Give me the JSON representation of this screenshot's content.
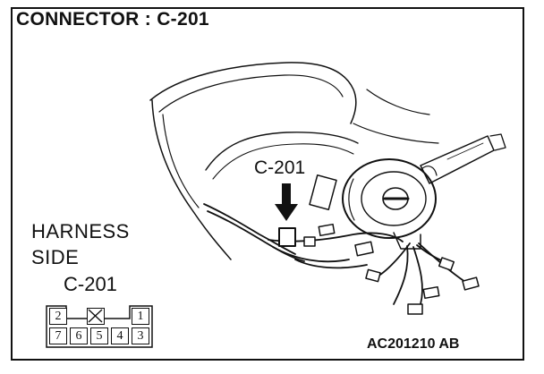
{
  "title": "CONNECTOR : C-201",
  "callout_label": "C-201",
  "harness_label_line1": "HARNESS",
  "harness_label_line2": "SIDE",
  "harness_connector_id": "C-201",
  "pins_top_row": [
    "2",
    "",
    "1"
  ],
  "pins_bottom_row": [
    "7",
    "6",
    "5",
    "4",
    "3"
  ],
  "figure_code": "AC201210 AB",
  "colors": {
    "line": "#111111",
    "background": "#ffffff"
  }
}
